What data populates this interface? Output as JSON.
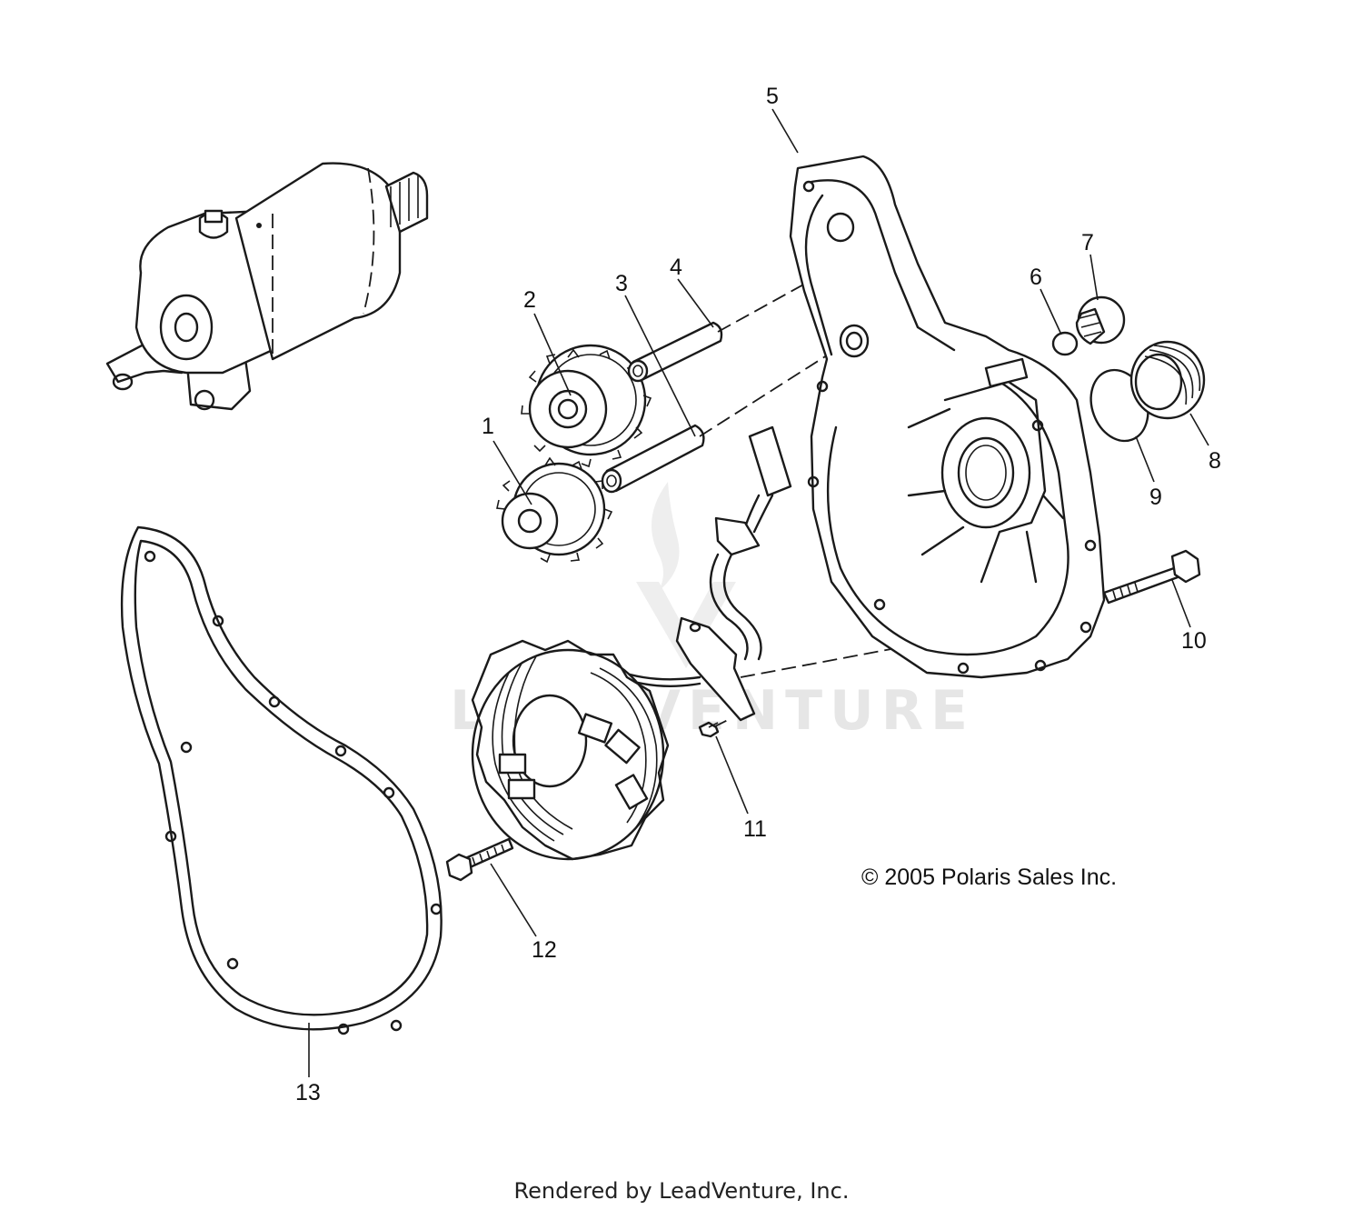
{
  "diagram": {
    "callouts": [
      {
        "id": "1",
        "label": "1"
      },
      {
        "id": "2",
        "label": "2"
      },
      {
        "id": "3",
        "label": "3"
      },
      {
        "id": "4",
        "label": "4"
      },
      {
        "id": "5",
        "label": "5"
      },
      {
        "id": "6",
        "label": "6"
      },
      {
        "id": "7",
        "label": "7"
      },
      {
        "id": "8",
        "label": "8"
      },
      {
        "id": "9",
        "label": "9"
      },
      {
        "id": "10",
        "label": "10"
      },
      {
        "id": "11",
        "label": "11"
      },
      {
        "id": "12",
        "label": "12"
      },
      {
        "id": "13",
        "label": "13"
      }
    ],
    "copyright": "© 2005 Polaris Sales Inc.",
    "watermark": "LEADVENTURE"
  },
  "footer": {
    "rendered_by": "Rendered by LeadVenture, Inc."
  },
  "colors": {
    "line": "#1a1a1a",
    "background": "#ffffff",
    "watermark": "#e6e6e6"
  }
}
